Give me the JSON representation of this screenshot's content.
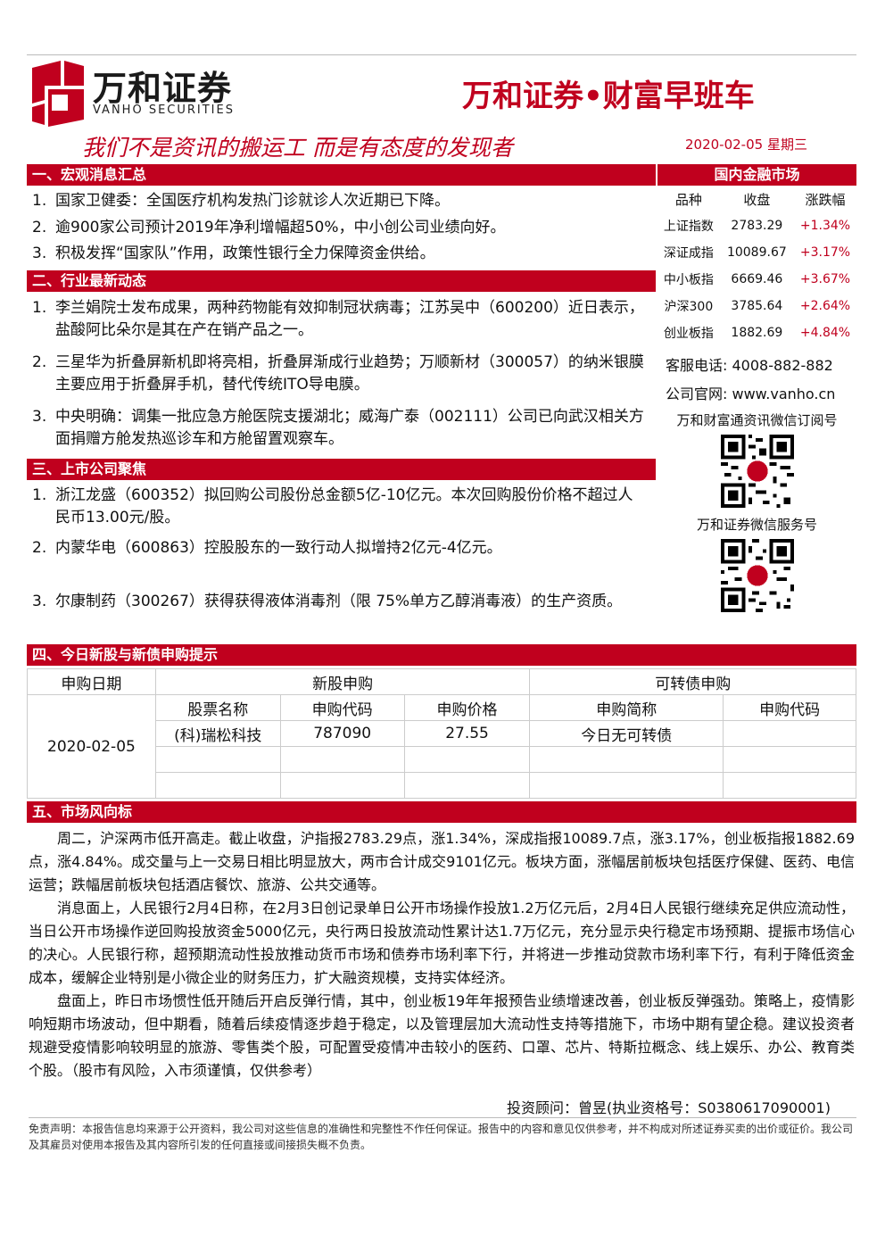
{
  "header": {
    "logo_cn": "万和证券",
    "logo_en": "VANHO SECURITIES",
    "brand_title": "万和证券•财富早班车",
    "slogan": "我们不是资讯的搬运工 而是有态度的发现者",
    "date": "2020-02-05 星期三",
    "accent_color": "#c0001e"
  },
  "sections": {
    "macro": {
      "title": "一、宏观消息汇总",
      "items": [
        {
          "num": "1.",
          "text": "国家卫健委：全国医疗机构发热门诊就诊人次近期已下降。"
        },
        {
          "num": "2.",
          "text": "逾900家公司预计2019年净利增幅超50%，中小创公司业绩向好。"
        },
        {
          "num": "3.",
          "text": "积极发挥“国家队”作用，政策性银行全力保障资金供给。"
        }
      ]
    },
    "industry": {
      "title": "二、行业最新动态",
      "items": [
        {
          "num": "1.",
          "text": "李兰娟院士发布成果，两种药物能有效抑制冠状病毒；江苏吴中（600200）近日表示，盐酸阿比朵尔是其在产在销产品之一。"
        },
        {
          "num": "2.",
          "text": "三星华为折叠屏新机即将亮相，折叠屏渐成行业趋势；万顺新材（300057）的纳米银膜主要应用于折叠屏手机，替代传统ITO导电膜。"
        },
        {
          "num": "3.",
          "text": "中央明确：调集一批应急方舱医院支援湖北；威海广泰（002111）公司已向武汉相关方面捐赠方舱发热巡诊车和方舱留置观察车。"
        }
      ]
    },
    "companies": {
      "title": "三、上市公司聚焦",
      "items": [
        {
          "num": "1.",
          "text": "浙江龙盛（600352）拟回购公司股份总金额5亿-10亿元。本次回购股份价格不超过人民币13.00元/股。"
        },
        {
          "num": "2.",
          "text": "内蒙华电（600863）控股股东的一致行动人拟增持2亿元-4亿元。"
        },
        {
          "num": "3.",
          "text": "尔康制药（300267）获得获得液体消毒剂（限 75%单方乙醇消毒液）的生产资质。"
        }
      ]
    },
    "ipo": {
      "title": "四、今日新股与新债申购提示",
      "col_date": "申购日期",
      "group_stock": "新股申购",
      "group_bond": "可转债申购",
      "sub_stock_name": "股票名称",
      "sub_stock_code": "申购代码",
      "sub_stock_price": "申购价格",
      "sub_bond_name": "申购简称",
      "sub_bond_code": "申购代码",
      "date": "2020-02-05",
      "stock_name": "(科)瑞松科技",
      "stock_code": "787090",
      "stock_price": "27.55",
      "bond_name": "今日无可转债"
    },
    "market": {
      "title": "五、市场风向标",
      "paragraphs": [
        "周二，沪深两市低开高走。截止收盘，沪指报2783.29点，涨1.34%，深成指报10089.7点，涨3.17%，创业板指报1882.69点，涨4.84%。成交量与上一交易日相比明显放大，两市合计成交9101亿元。板块方面，涨幅居前板块包括医疗保健、医药、电信运营；跌幅居前板块包括酒店餐饮、旅游、公共交通等。",
        "消息面上，人民银行2月4日称，在2月3日创记录单日公开市场操作投放1.2万亿元后，2月4日人民银行继续充足供应流动性，当日公开市场操作逆回购投放资金5000亿元，央行两日投放流动性累计达1.7万亿元，充分显示央行稳定市场预期、提振市场信心的决心。人民银行称，超预期流动性投放推动货币市场和债券市场利率下行，并将进一步推动贷款市场利率下行，有利于降低资金成本，缓解企业特别是小微企业的财务压力，扩大融资规模，支持实体经济。",
        "盘面上，昨日市场惯性低开随后开启反弹行情，其中，创业板19年年报预告业绩增速改善，创业板反弹强劲。策略上，疫情影响短期市场波动，但中期看，随着后续疫情逐步趋于稳定，以及管理层加大流动性支持等措施下，市场中期有望企稳。建议投资者规避受疫情影响较明显的旅游、零售类个股，可配置受疫情冲击较小的医药、口罩、芯片、特斯拉概念、线上娱乐、办公、教育类个股。（股市有风险，入市须谨慎，仅供参考）"
      ]
    }
  },
  "sidebar": {
    "title": "国内金融市场",
    "col_name": "品种",
    "col_close": "收盘",
    "col_change": "涨跌幅",
    "rows": [
      {
        "name": "上证指数",
        "close": "2783.29",
        "change": "+1.34%"
      },
      {
        "name": "深证成指",
        "close": "10089.67",
        "change": "+3.17%"
      },
      {
        "name": "中小板指",
        "close": "6669.46",
        "change": "+3.67%"
      },
      {
        "name": "沪深300",
        "close": "3785.64",
        "change": "+2.64%"
      },
      {
        "name": "创业板指",
        "close": "1882.69",
        "change": "+4.84%"
      }
    ],
    "hotline": "客服电话: 4008-882-882",
    "website": "公司官网: www.vanho.cn",
    "qr1_caption": "万和财富通资讯微信订阅号",
    "qr2_caption": "万和证券微信服务号"
  },
  "footer": {
    "advisor": "投资顾问：曾昱(执业资格号：S0380617090001)",
    "disclaimer": "免责声明：本报告信息均来源于公开资料，我公司对这些信息的准确性和完整性不作任何保证。报告中的内容和意见仅供参考，并不构成对所述证券买卖的出价或征价。我公司及其雇员对使用本报告及其内容所引发的任何直接或间接损失概不负责。"
  }
}
